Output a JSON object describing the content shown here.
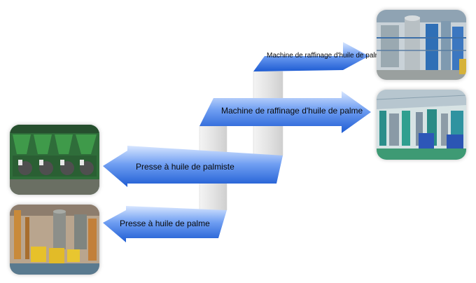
{
  "flows": [
    {
      "id": "refine-palm-kernel",
      "label": "Machine de raffinage d'huile de palmiste"
    },
    {
      "id": "refine-palm",
      "label": "Machine de raffinage d'huile de palme"
    },
    {
      "id": "press-palm-kernel",
      "label": "Presse à huile de palmiste"
    },
    {
      "id": "press-palm",
      "label": "Presse à huile de palme"
    }
  ],
  "colors": {
    "arrow_light": "#cfe0ff",
    "arrow_mid": "#5a8ff0",
    "arrow_dark": "#1f5fd6",
    "connector": "#e4e4e4"
  },
  "photos": [
    {
      "name": "palm-kernel-refinery-photo",
      "subject": "refinery-plant"
    },
    {
      "name": "palm-oil-refinery-photo",
      "subject": "refinery-plant"
    },
    {
      "name": "palm-kernel-press-photo",
      "subject": "screw-press-line"
    },
    {
      "name": "palm-oil-press-photo",
      "subject": "press-workshop"
    }
  ]
}
